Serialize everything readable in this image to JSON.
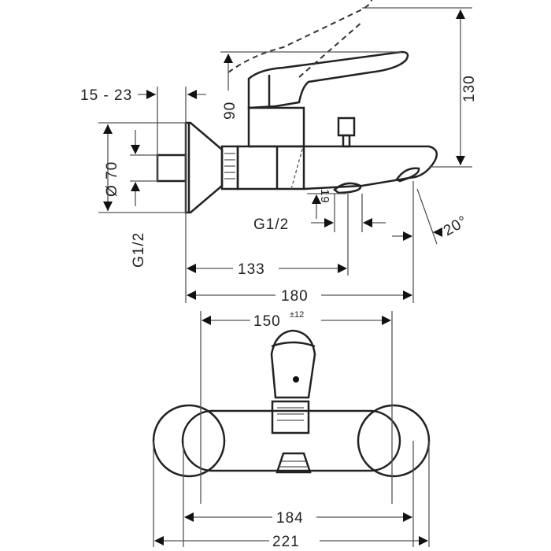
{
  "drawing": {
    "side_view": {
      "dim_offset": "15 - 23",
      "dim_lever": "90",
      "dim_height": "130",
      "dim_diameter": "Ø 70",
      "dim_thread_left": "G1/2",
      "dim_spout_height": "19",
      "dim_thread_bottom": "G1/2",
      "dim_angle": "20°",
      "dim_depth_short": "133",
      "dim_depth_total": "180"
    },
    "front_view": {
      "dim_centers": "150",
      "dim_centers_tolerance": "±12",
      "dim_width_inner": "184",
      "dim_width_total": "221"
    }
  }
}
